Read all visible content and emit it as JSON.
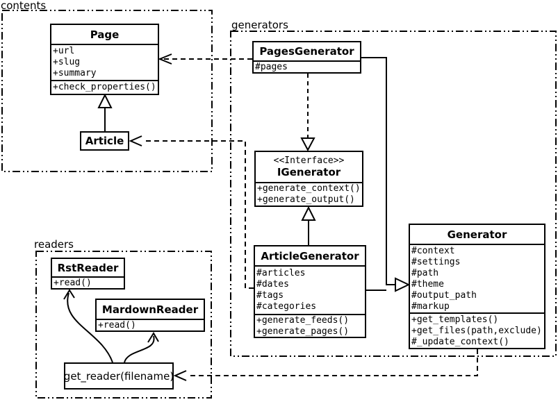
{
  "diagram": {
    "packages": {
      "contents": "contents",
      "generators": "generators",
      "readers": "readers"
    },
    "classes": {
      "page": {
        "title": "Page",
        "attrs": [
          "+url",
          "+slug",
          "+summary"
        ],
        "methods": [
          "+check_properties()"
        ]
      },
      "article": {
        "title": "Article"
      },
      "pages_generator": {
        "title": "PagesGenerator",
        "attrs": [
          "#pages"
        ]
      },
      "igenerator": {
        "stereotype": "<<Interface>>",
        "title": "IGenerator",
        "methods": [
          "+generate_context()",
          "+generate_output()"
        ]
      },
      "article_generator": {
        "title": "ArticleGenerator",
        "attrs": [
          "#articles",
          "#dates",
          "#tags",
          "#categories"
        ],
        "methods": [
          "+generate_feeds()",
          "+generate_pages()"
        ]
      },
      "generator": {
        "title": "Generator",
        "attrs": [
          "#context",
          "#settings",
          "#path",
          "#theme",
          "#output_path",
          "#markup"
        ],
        "methods": [
          "+get_templates()",
          "+get_files(path,exclude)",
          "#_update_context()"
        ]
      },
      "rst_reader": {
        "title": "RstReader",
        "methods": [
          "+read()"
        ]
      },
      "mardown_reader": {
        "title": "MardownReader",
        "methods": [
          "+read()"
        ]
      },
      "get_reader": {
        "title": "get_reader(filename)"
      }
    },
    "colors": {
      "line": "#000000",
      "background": "#ffffff"
    }
  }
}
